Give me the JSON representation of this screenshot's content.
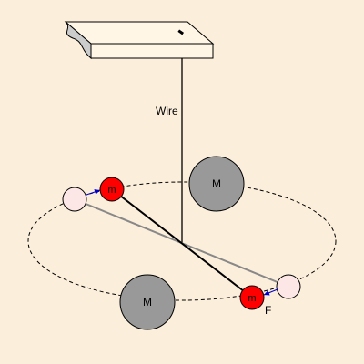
{
  "diagram": {
    "wire_label": "Wire",
    "large_mass_label": "M",
    "small_mass_label": "m",
    "force_label": "F"
  },
  "colors": {
    "background": "#fbeedb",
    "large_mass_fill": "#999999",
    "small_mass_fill": "#ff0000",
    "initial_position_fill": "#fde6e6",
    "force_arrow": "#0000cc",
    "rod_initial": "#888888",
    "rod_deflected": "#000000"
  }
}
